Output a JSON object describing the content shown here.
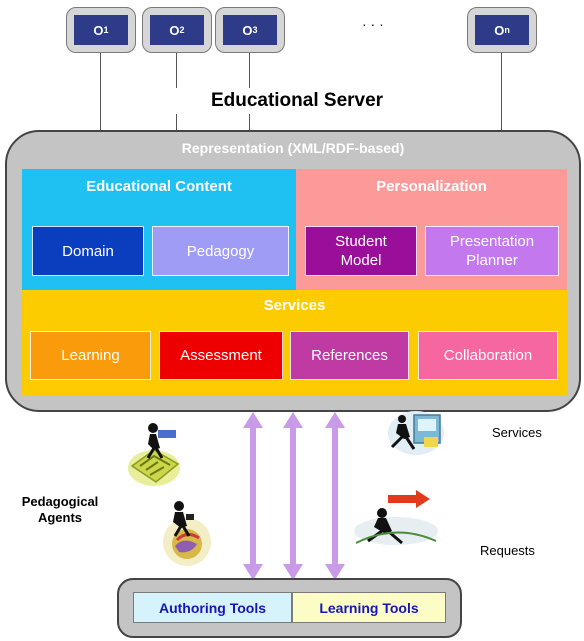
{
  "ontologies": [
    {
      "letter": "O",
      "sub": "1"
    },
    {
      "letter": "O",
      "sub": "2"
    },
    {
      "letter": "O",
      "sub": "3"
    },
    {
      "letter": "O",
      "sub": "n"
    }
  ],
  "ellipsis": "· · ·",
  "server": {
    "title": "Educational Server",
    "representation": "Representation (XML/RDF-based)"
  },
  "educational_content": {
    "title": "Educational Content",
    "items": [
      "Domain",
      "Pedagogy"
    ]
  },
  "personalization": {
    "title": "Personalization",
    "items": [
      "Student Model",
      "Presentation Planner"
    ]
  },
  "services": {
    "title": "Services",
    "items": [
      "Learning",
      "Assessment",
      "References",
      "Collaboration"
    ]
  },
  "labels": {
    "services": "Services",
    "requests": "Requests",
    "pedagogical_agents": "Pedagogical Agents"
  },
  "tools": {
    "authoring": "Authoring Tools",
    "learning": "Learning Tools"
  },
  "colors": {
    "ontology_fill": "#2d3b88",
    "educational_content": "#1fc0f2",
    "domain": "#0b3ebf",
    "pedagogy": "#9f9cf5",
    "personalization": "#fc9a9a",
    "student_model": "#9a0f9a",
    "presentation_planner": "#c378ee",
    "services": "#fccc00",
    "learning": "#f99b0a",
    "assessment": "#ee0000",
    "references": "#bf3aa2",
    "collaboration": "#f7679f",
    "arrows": "#c99ae8",
    "authoring_tools": "#d6f3fb",
    "learning_tools": "#fcfcc6"
  }
}
